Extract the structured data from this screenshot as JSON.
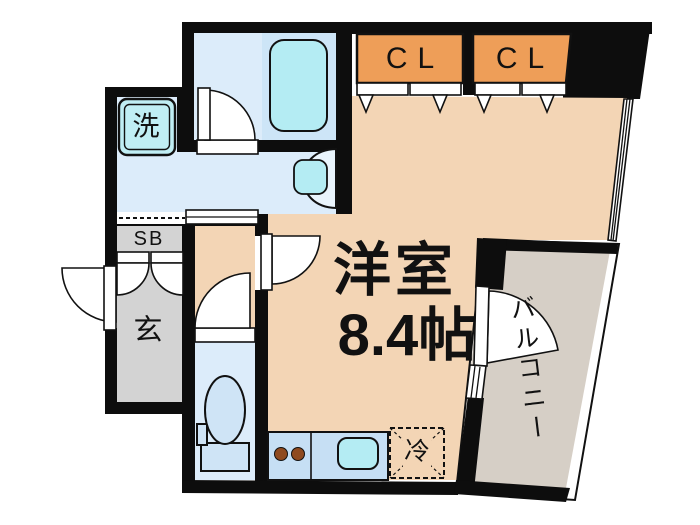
{
  "plan": {
    "main_room": {
      "name": "洋室",
      "size": "8.4帖"
    },
    "closet_left": "CL",
    "closet_right": "CL",
    "washer": "洗",
    "shoe_box": "SB",
    "entrance": "玄",
    "balcony": "バルコニー",
    "refrigerator": "冷"
  },
  "colors": {
    "wall": "#0d0d0d",
    "room_floor": "#f3d5b5",
    "closet_orange": "#ee9e58",
    "entrance_gray": "#d3d3d3",
    "balcony_gray": "#d6cfc6",
    "wet_area_blue": "#dcecfa",
    "tub_panel_blue": "#cde5f7",
    "fixture_cyan": "#b4ecf3",
    "kitchen_blue": "#c6dff4",
    "burner_brown": "#8f4a1f"
  }
}
